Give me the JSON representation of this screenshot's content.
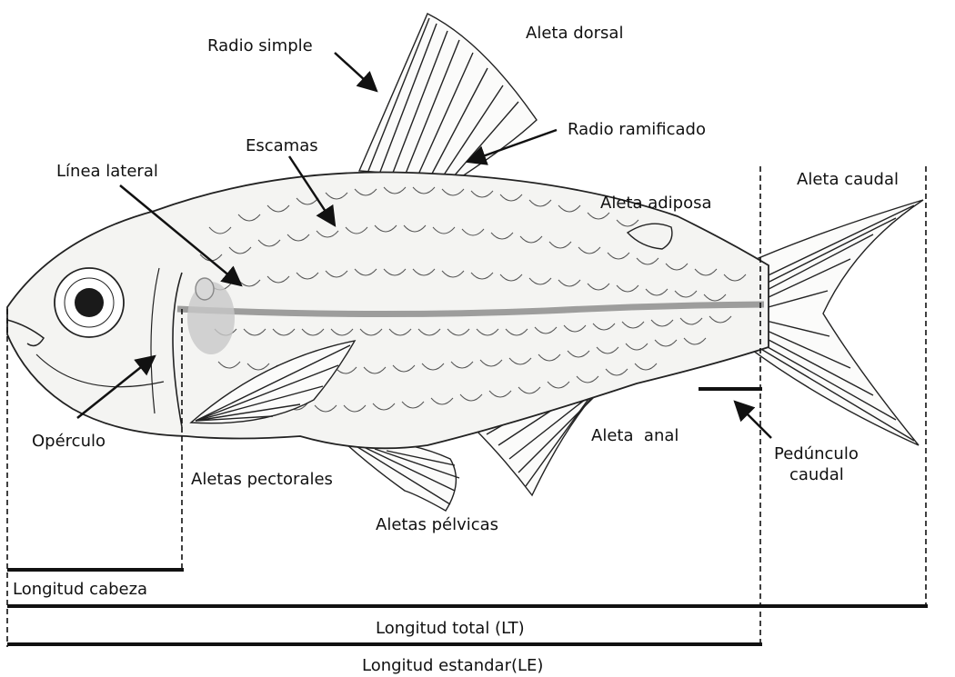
{
  "labels": {
    "radio_simple": "Radio simple",
    "aleta_dorsal": "Aleta dorsal",
    "radio_ramificado": "Radio ramificado",
    "escamas": "Escamas",
    "linea_lateral": "Línea lateral",
    "aleta_adiposa": "Aleta adiposa",
    "aleta_caudal": "Aleta caudal",
    "operculo": "Opérculo",
    "aletas_pectorales": "Aletas pectorales",
    "aletas_pelvicas": "Aletas pélvicas",
    "aleta_anal": "Aleta  anal",
    "pedunculo_line1": "Pedúnculo",
    "pedunculo_line2": "caudal",
    "longitud_cabeza": "Longitud cabeza",
    "longitud_total": "Longitud total (LT)",
    "longitud_estandar": "Longitud estandar(LE)"
  },
  "colors": {
    "ink": "#111111",
    "body_fill": "#f4f4f2",
    "shade": "#c8c8c8"
  }
}
